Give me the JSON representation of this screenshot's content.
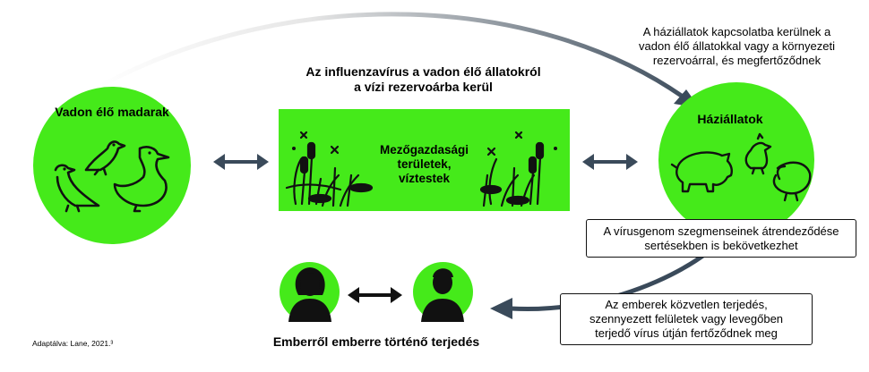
{
  "nodes": {
    "wild_birds": "Vadon élő madarak",
    "wetlands": "Mezőgazdasági\nterületek,\nvíztestek",
    "domestic": "Háziállatok"
  },
  "center_title": "Az influenzavírus a vadon élő állatokról\na vízi rezervoárba kerül",
  "top_right_note": "A háziállatok kapcsolatba kerülnek a\nvadon élő állatokkal vagy a környezeti\nrezervoárral, és megfertőződnek",
  "box_reassortment": "A vírusgenom szegmenseinek átrendeződése\nsertésekben is bekövetkezhet",
  "box_human": "Az emberek közvetlen terjedés,\nszennyezett felületek vagy levegőben\nterjedő vírus útján fertőződnek meg",
  "human_title": "Emberről emberre történő terjedés",
  "source": "Adaptálva: Lane, 2021.³",
  "colors": {
    "green": "#45ea1a",
    "arrow": "#3a4a5a",
    "dark": "#111111"
  }
}
